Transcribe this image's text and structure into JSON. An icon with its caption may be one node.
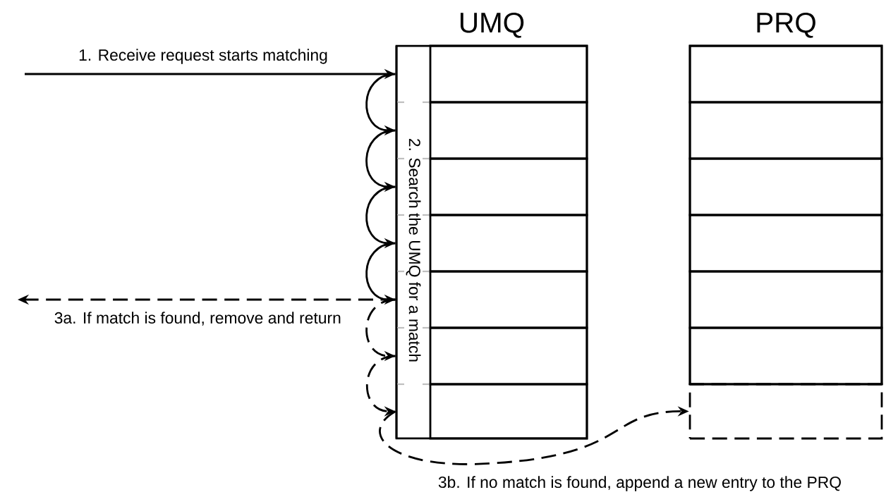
{
  "diagram": {
    "nodes": [
      {
        "text": [
          "UMQ"
        ]
      },
      {
        "text": [],
        "shape": "box",
        "in": 0
      },
      {
        "text": [],
        "shape": "box",
        "in": 0
      },
      {
        "text": [],
        "shape": "box",
        "in": 0
      },
      {
        "text": [],
        "shape": "box",
        "in": 0
      },
      {
        "text": [],
        "shape": "box",
        "in": 0
      },
      {
        "text": [],
        "shape": "box",
        "in": 0
      },
      {
        "text": [],
        "shape": "box",
        "in": 0
      },
      {
        "text": [
          "2. Search the UMQ for a match"
        ],
        "in": 0
      },
      {
        "text": [
          "PRQ"
        ]
      },
      {
        "text": [],
        "shape": "box",
        "in": 9
      },
      {
        "text": [],
        "shape": "box",
        "in": 9
      },
      {
        "text": [],
        "shape": "box",
        "in": 9
      },
      {
        "text": [],
        "shape": "box",
        "in": 9
      },
      {
        "text": [],
        "shape": "box",
        "in": 9
      },
      {
        "text": [],
        "shape": "box",
        "in": 9
      },
      {
        "text": [],
        "shape": "box"
      }
    ],
    "edges": [
      {
        "from": null,
        "to": 1,
        "arrow": "to",
        "label": "1. Receive request starts matching"
      },
      {
        "from": 1,
        "to": 2,
        "arrow": "to"
      },
      {
        "from": 2,
        "to": 3,
        "arrow": "to"
      },
      {
        "from": 3,
        "to": 4,
        "arrow": "to"
      },
      {
        "from": 4,
        "to": 5,
        "arrow": "to"
      },
      {
        "from": 5,
        "to": null,
        "arrow": "to",
        "style": "dashed",
        "label": "3a. If match is found, remove and return"
      },
      {
        "from": 5,
        "to": 6,
        "arrow": "to",
        "style": "dashed"
      },
      {
        "from": 6,
        "to": 7,
        "arrow": "to",
        "style": "dashed"
      },
      {
        "from": 7,
        "to": 16,
        "arrow": "to",
        "style": "dashed",
        "label": "3b. If no match is found, append a new entry to the PRQ"
      }
    ]
  }
}
